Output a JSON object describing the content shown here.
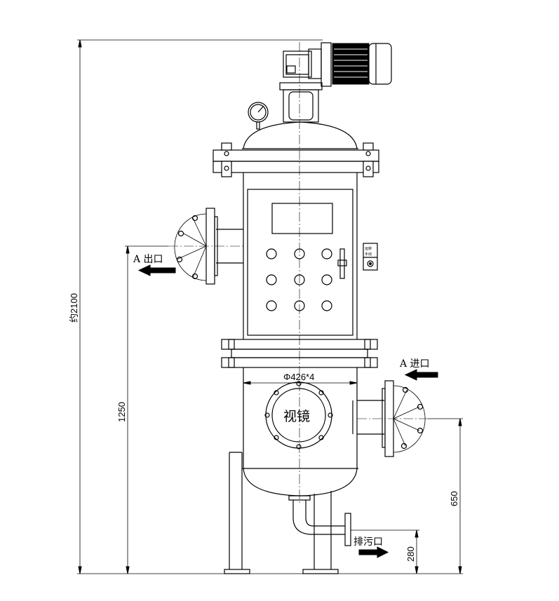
{
  "dimensions": {
    "overall_height": "约2100",
    "outlet_height": "1250",
    "inlet_height": "650",
    "drain_height": "280",
    "shell_diameter": "Φ426*4"
  },
  "labels": {
    "outlet": "A  出口",
    "inlet": "A  进口",
    "drain": "排污口",
    "sight_glass": "视镜",
    "control_box_line1": "运转",
    "control_box_line2": "手动"
  },
  "icons": {
    "motor": "motor-icon",
    "gearbox": "gearbox-icon",
    "pressure_gauge": "pressure-gauge-icon",
    "flow_arrow": "arrow-icon"
  }
}
